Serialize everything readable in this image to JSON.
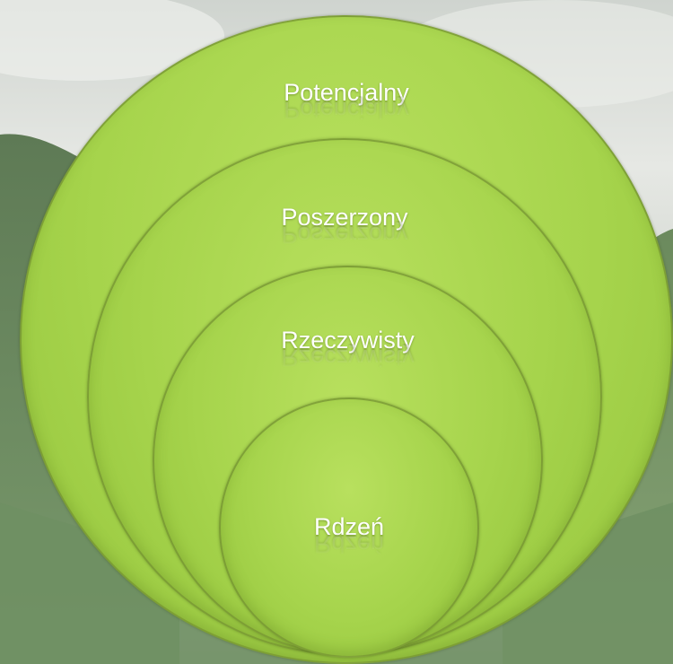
{
  "diagram": {
    "rings": [
      {
        "id": "outer",
        "label": "Potencjalny"
      },
      {
        "id": "second",
        "label": "Poszerzony"
      },
      {
        "id": "third",
        "label": "Rzeczywisty"
      },
      {
        "id": "core",
        "label": "Rdzeń"
      }
    ]
  },
  "colors": {
    "ring_fill": "#a6d44c",
    "ring_border": "#6a8a2c",
    "label_text": "#ffffff",
    "sky": "#dfe3df",
    "hill": "#6f8f63"
  }
}
